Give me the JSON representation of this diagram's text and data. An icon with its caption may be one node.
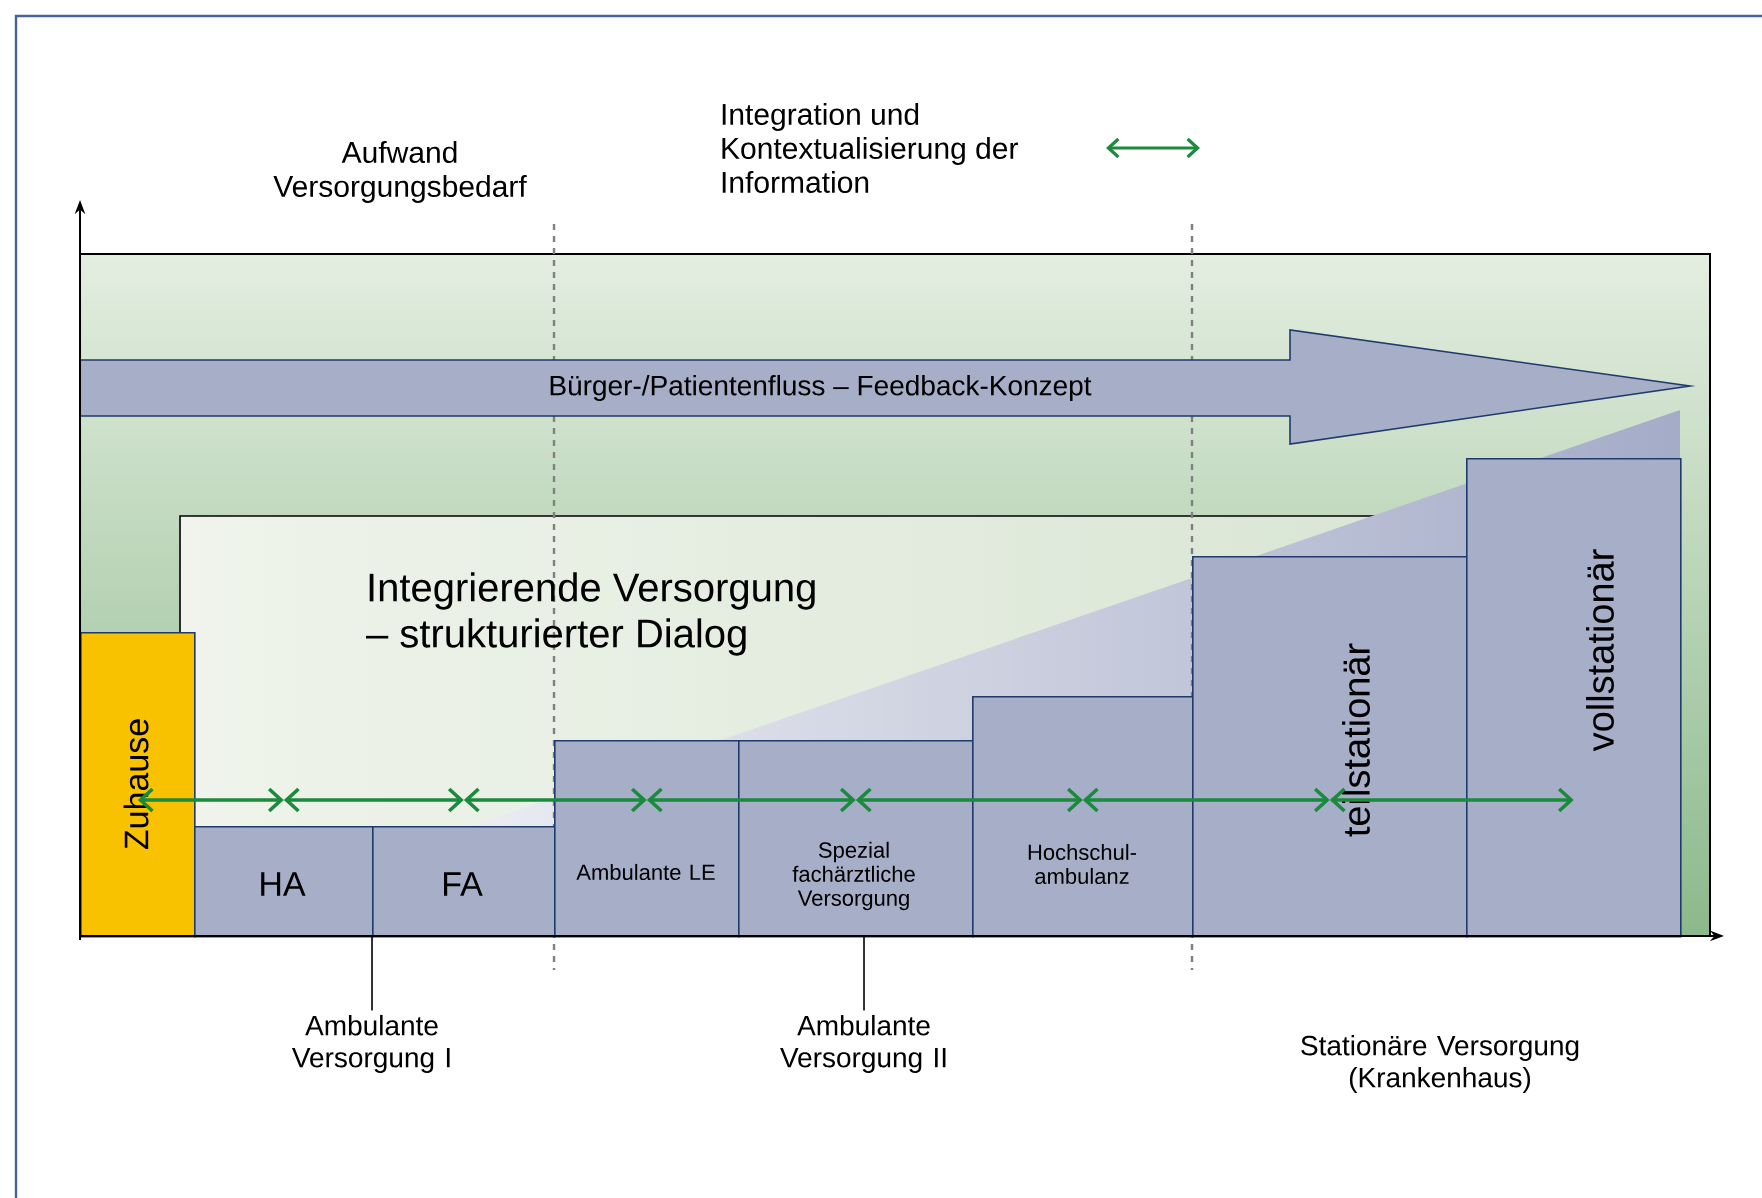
{
  "diagram": {
    "nodes": [
      {
        "text": [
          "Zuhause"
        ]
      },
      {
        "text": [
          "HA"
        ]
      },
      {
        "text": [
          "FA"
        ]
      },
      {
        "text": [
          "Ambulante LE"
        ]
      },
      {
        "text": [
          "Spezial fachärztliche Versorgung"
        ]
      },
      {
        "text": [
          "Hochschul-ambulanz"
        ]
      },
      {
        "text": [
          "teilstationär"
        ]
      },
      {
        "text": [
          "vollstationär"
        ]
      },
      {
        "text": [
          "Bürger-/Patientenfluss – Feedback-Konzept"
        ]
      },
      {
        "text": [
          "Ambulante Versorgung I"
        ]
      },
      {
        "text": [
          "Ambulante Versorgung II"
        ]
      }
    ],
    "edges": [
      {
        "from": 0,
        "to": 1,
        "arrow": "both",
        "color": "#1a8a3c"
      },
      {
        "from": 1,
        "to": 2,
        "arrow": "both",
        "color": "#1a8a3c"
      },
      {
        "from": 2,
        "to": 3,
        "arrow": "both",
        "color": "#1a8a3c"
      },
      {
        "from": 3,
        "to": 4,
        "arrow": "both",
        "color": "#1a8a3c"
      },
      {
        "from": 4,
        "to": 5,
        "arrow": "both",
        "color": "#1a8a3c"
      },
      {
        "from": 5,
        "to": 6,
        "arrow": "both",
        "color": "#1a8a3c"
      },
      {
        "from": 6,
        "to": 7,
        "arrow": "both",
        "color": "#1a8a3c"
      },
      {
        "from": 9,
        "to": 1,
        "arrow": "none",
        "color": "#000000"
      },
      {
        "from": 10,
        "to": 4,
        "arrow": "none",
        "color": "#000000"
      }
    ],
    "labels": [
      "Aufwand Versorgungsbedarf",
      "Integrierende Versorgung – strukturierter Dialog",
      "Stationäre Versorgung (Krankenhaus)"
    ],
    "legend": [
      {
        "text": "Integration und Kontextualisierung der Information"
      }
    ]
  }
}
